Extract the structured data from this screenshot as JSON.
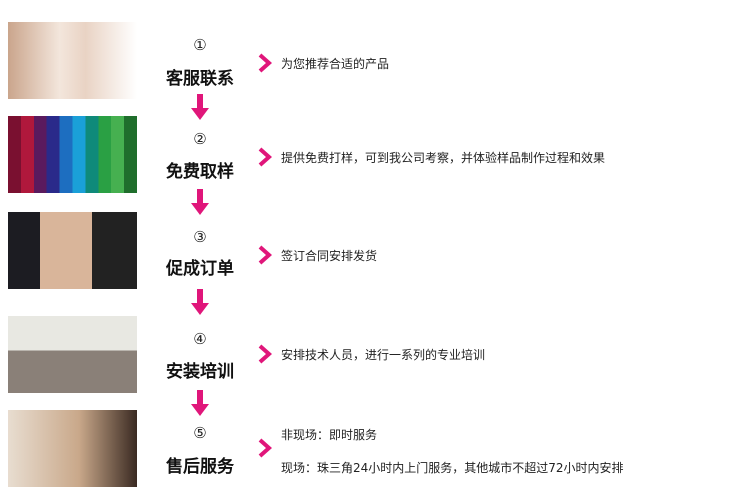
{
  "accent": "#e0167a",
  "steps": [
    {
      "number": "①",
      "title": "客服联系",
      "desc": [
        "为您推荐合适的产品"
      ]
    },
    {
      "number": "②",
      "title": "免费取样",
      "desc": [
        "提供免费打样，可到我公司考察，并体验样品制作过程和效果"
      ]
    },
    {
      "number": "③",
      "title": "促成订单",
      "desc": [
        "签订合同安排发货"
      ]
    },
    {
      "number": "④",
      "title": "安装培训",
      "desc": [
        "安排技术人员，进行一系列的专业培训"
      ]
    },
    {
      "number": "⑤",
      "title": "售后服务",
      "desc": [
        "非现场：即时服务",
        "现场：珠三角24小时内上门服务，其他城市不超过72小时内安排"
      ]
    }
  ]
}
